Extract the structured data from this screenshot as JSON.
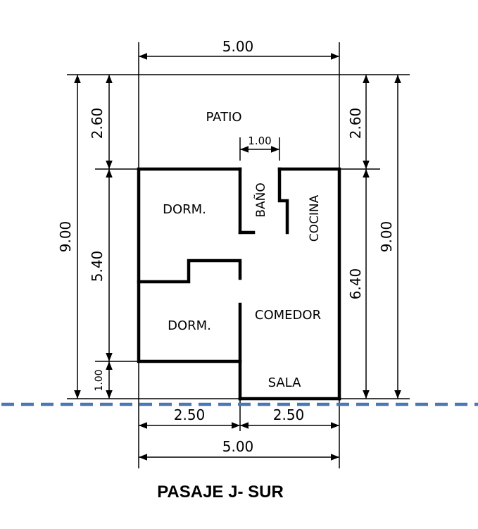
{
  "dimensions": {
    "top_width": "5.00",
    "left_total": "9.00",
    "left_patio": "2.60",
    "left_middle": "5.40",
    "left_bottom": "1.00",
    "right_patio": "2.60",
    "right_total": "9.00",
    "right_house": "6.40",
    "bath_width": "1.00",
    "bottom_left": "2.50",
    "bottom_right": "2.50",
    "bottom_total": "5.00"
  },
  "rooms": {
    "patio": "PATIO",
    "dorm_top": "DORM.",
    "bano": "BAÑO",
    "cocina": "COCINA",
    "comedor": "COMEDOR",
    "dorm_bottom": "DORM.",
    "sala": "SALA"
  },
  "caption": "PASAJE J- SUR",
  "colors": {
    "street_line": "#4a78b5",
    "lines": "#000000"
  }
}
